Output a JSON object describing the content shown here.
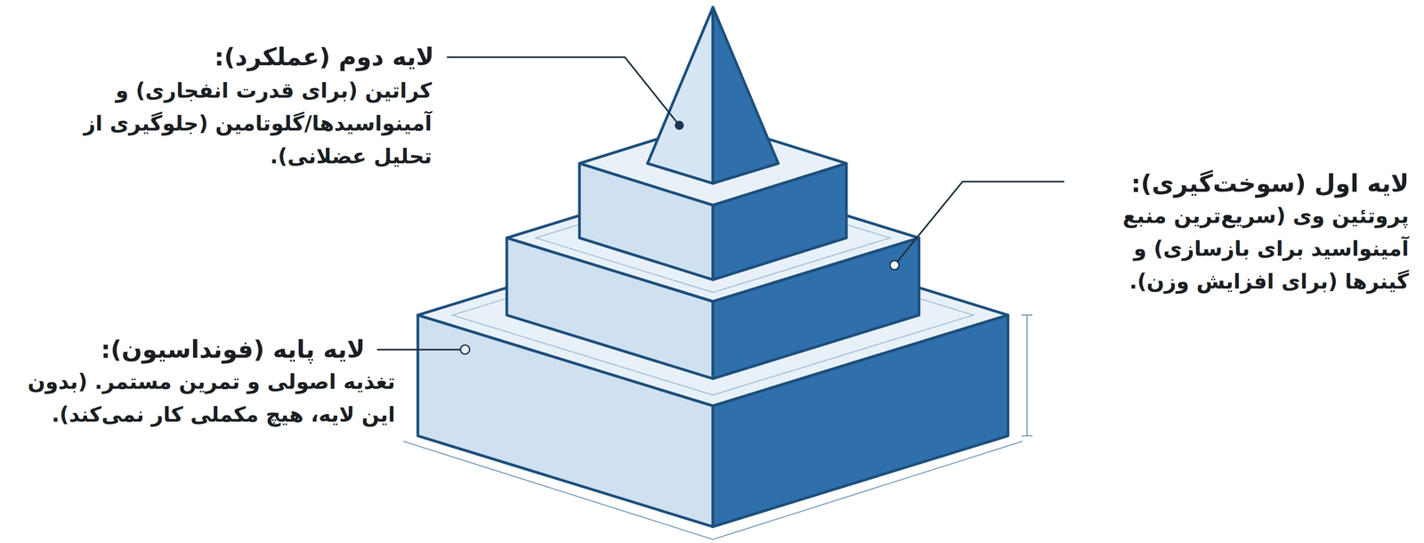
{
  "diagram": {
    "labels": [
      "لایه دوم (عملکرد):",
      "کراتین (برای قدرت انفجاری) و آمینواسیدها/گلوتامین (جلوگیری از تحلیل عضلانی).",
      "لایه اول (سوخت‌گیری):",
      "پروتئین وی (سریع‌ترین منبع آمینواسید برای بازسازی) و گینرها (برای افزایش وزن).",
      "لایه پایه (فونداسیون):",
      "تغذیه اصولی و تمرین مستمر. (بدون این لایه، هیچ مکملی کار نمی‌کند)."
    ]
  }
}
